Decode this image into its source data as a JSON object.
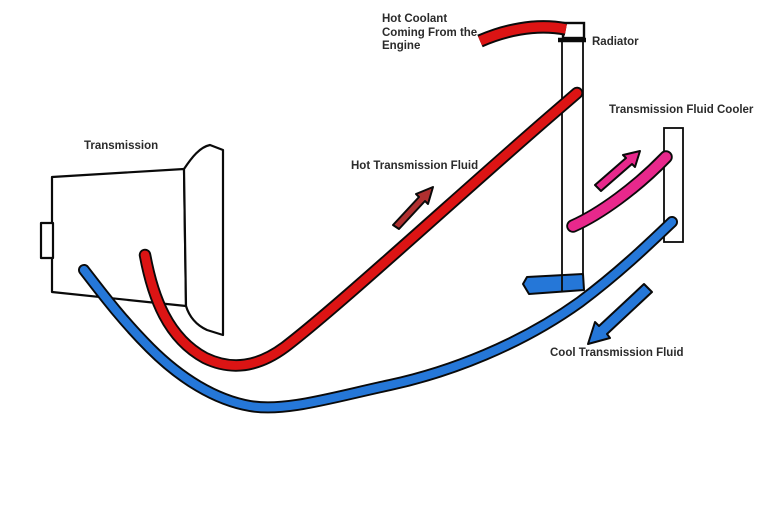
{
  "labels": {
    "transmission": "Transmission",
    "hot_coolant_line1": "Hot Coolant",
    "hot_coolant_line2": "Coming From the",
    "hot_coolant_line3": "Engine",
    "radiator": "Radiator",
    "transmission_fluid_cooler": "Transmission Fluid Cooler",
    "hot_transmission_fluid": "Hot Transmission Fluid",
    "cool_transmission_fluid": "Cool Transmission Fluid"
  },
  "colors": {
    "hot_fluid": "#DC1414",
    "hot_fluid_arrow": "#B03030",
    "warm_fluid": "#E8288C",
    "cool_fluid": "#2577D8",
    "outline": "#0A0A0A",
    "text": "#2B2B2B",
    "background": "#FFFFFF"
  }
}
